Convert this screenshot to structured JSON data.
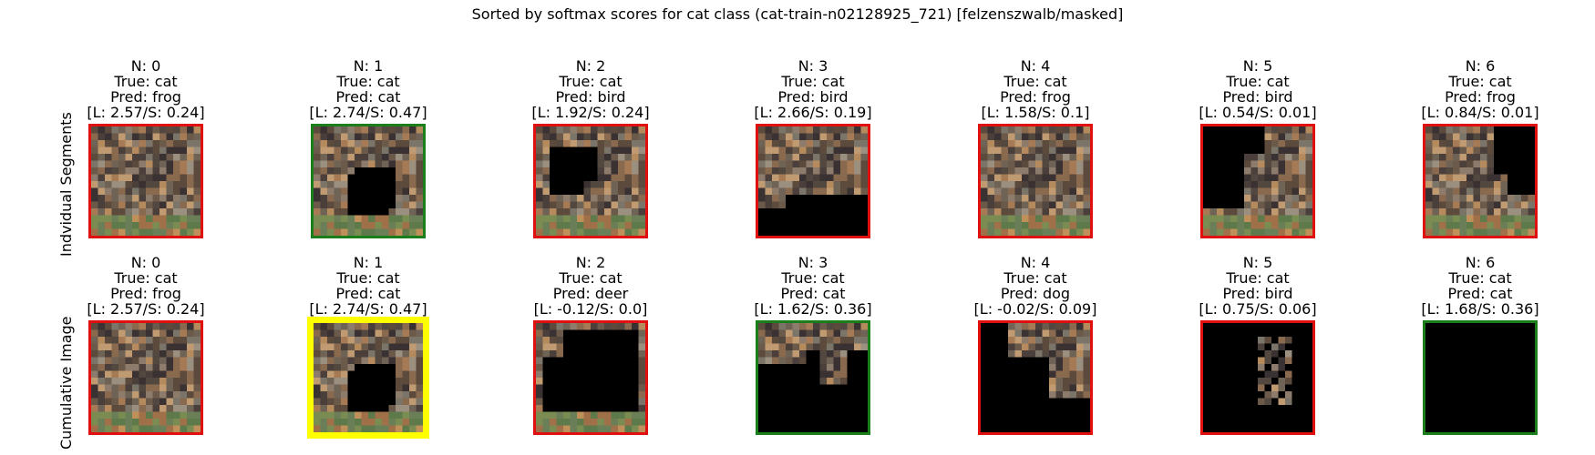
{
  "title": "Sorted by softmax scores for cat class (cat-train-n02128925_721) [felzenszwalb/masked]",
  "row_labels": [
    "Indvidual Segments",
    "Cumulative Image"
  ],
  "colors": {
    "correct": "#1a7f1a",
    "incorrect": "#e01010",
    "highlight": "#ffff00"
  },
  "chart_data": {
    "type": "image-grid",
    "rows": [
      {
        "label": "Indvidual Segments",
        "panels": [
          {
            "n": "N: 0",
            "true": "True: cat",
            "pred": "Pred: frog",
            "score": "[L: 2.57/S: 0.24]",
            "border": "incorrect",
            "mask": "none"
          },
          {
            "n": "N: 1",
            "true": "True: cat",
            "pred": "Pred: cat",
            "score": "[L: 2.74/S: 0.47]",
            "border": "correct",
            "mask": "center"
          },
          {
            "n": "N: 2",
            "true": "True: cat",
            "pred": "Pred: bird",
            "score": "[L: 1.92/S: 0.24]",
            "border": "incorrect",
            "mask": "head"
          },
          {
            "n": "N: 3",
            "true": "True: cat",
            "pred": "Pred: bird",
            "score": "[L: 2.66/S: 0.19]",
            "border": "incorrect",
            "mask": "bottom-right"
          },
          {
            "n": "N: 4",
            "true": "True: cat",
            "pred": "Pred: frog",
            "score": "[L: 1.58/S: 0.1]",
            "border": "incorrect",
            "mask": "none"
          },
          {
            "n": "N: 5",
            "true": "True: cat",
            "pred": "Pred: bird",
            "score": "[L: 0.54/S: 0.01]",
            "border": "incorrect",
            "mask": "left"
          },
          {
            "n": "N: 6",
            "true": "True: cat",
            "pred": "Pred: frog",
            "score": "[L: 0.84/S: 0.01]",
            "border": "incorrect",
            "mask": "top-right"
          }
        ]
      },
      {
        "label": "Cumulative Image",
        "panels": [
          {
            "n": "N: 0",
            "true": "True: cat",
            "pred": "Pred: frog",
            "score": "[L: 2.57/S: 0.24]",
            "border": "incorrect",
            "mask": "none"
          },
          {
            "n": "N: 1",
            "true": "True: cat",
            "pred": "Pred: cat",
            "score": "[L: 2.74/S: 0.47]",
            "border": "highlight",
            "mask": "center"
          },
          {
            "n": "N: 2",
            "true": "True: cat",
            "pred": "Pred: deer",
            "score": "[L: -0.12/S: 0.0]",
            "border": "incorrect",
            "mask": "cum2"
          },
          {
            "n": "N: 3",
            "true": "True: cat",
            "pred": "Pred: cat",
            "score": "[L: 1.62/S: 0.36]",
            "border": "correct",
            "mask": "cum3"
          },
          {
            "n": "N: 4",
            "true": "True: cat",
            "pred": "Pred: dog",
            "score": "[L: -0.02/S: 0.09]",
            "border": "incorrect",
            "mask": "cum4"
          },
          {
            "n": "N: 5",
            "true": "True: cat",
            "pred": "Pred: bird",
            "score": "[L: 0.75/S: 0.06]",
            "border": "incorrect",
            "mask": "cum5"
          },
          {
            "n": "N: 6",
            "true": "True: cat",
            "pred": "Pred: cat",
            "score": "[L: 1.68/S: 0.36]",
            "border": "correct",
            "mask": "all"
          }
        ]
      }
    ]
  }
}
